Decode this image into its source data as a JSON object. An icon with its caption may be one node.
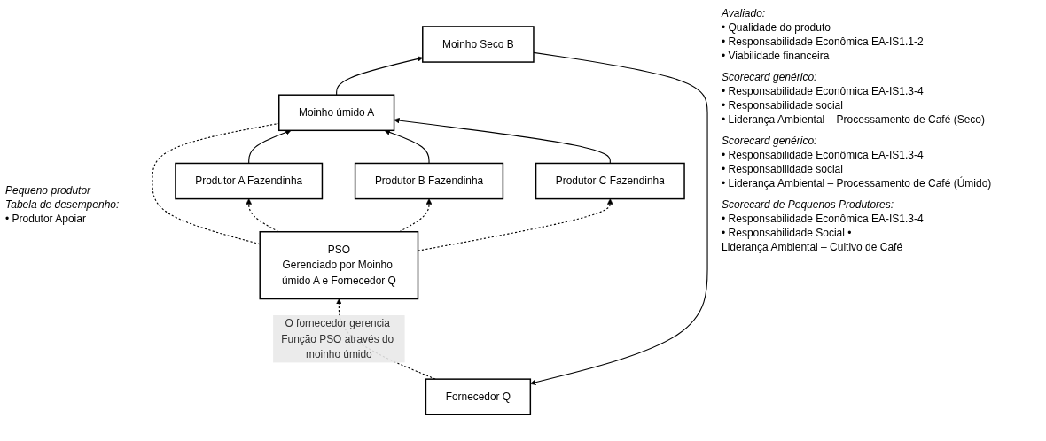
{
  "diagram": {
    "nodes": [
      {
        "text": [
          "Fornecedor Q"
        ]
      },
      {
        "text": [
          "Moinho Seco B"
        ]
      },
      {
        "text": [
          "PSO",
          "Gerenciado por Moinho úmido A e Fornecedor Q"
        ]
      },
      {
        "text": [
          "Moinho úmido A"
        ]
      },
      {
        "text": [
          "Produtor A Fazendinha"
        ]
      },
      {
        "text": [
          "Produtor B Fazendinha"
        ]
      },
      {
        "text": [
          "Produtor C Fazendinha"
        ]
      }
    ],
    "edges": [
      {
        "from": 0,
        "to": 2,
        "arrow": "to",
        "style": "dashed",
        "label": "O fornecedor gerencia Função PSO através do moinho úmido"
      },
      {
        "from": 1,
        "to": 0,
        "arrow": "to"
      },
      {
        "from": 3,
        "to": 1,
        "arrow": "to"
      },
      {
        "from": 2,
        "to": 3,
        "arrow": "none",
        "style": "dashed"
      },
      {
        "from": 2,
        "to": 4,
        "arrow": "to",
        "style": "dashed"
      },
      {
        "from": 2,
        "to": 5,
        "arrow": "to",
        "style": "dashed"
      },
      {
        "from": 2,
        "to": 6,
        "arrow": "to",
        "style": "dashed"
      },
      {
        "from": 4,
        "to": 3,
        "arrow": "to"
      },
      {
        "from": 5,
        "to": 3,
        "arrow": "to"
      },
      {
        "from": 6,
        "to": 3,
        "arrow": "to"
      }
    ],
    "labels": [
      "Avaliado:",
      "• Qualidade do produto",
      "• Responsabilidade Econômica EA-IS1.1-2",
      "• Viabilidade financeira",
      "Scorecard genérico:",
      "• Responsabilidade Econômica EA-IS1.3-4",
      "• Responsabilidade social",
      "• Liderança Ambiental – Processamento de Café (Seco)",
      "Pequeno produtor",
      "Tabela de desempenho:",
      "• Produtor Apoiar",
      "Scorecard genérico:",
      "• Responsabilidade Econômica EA-IS1.3-4",
      "• Responsabilidade social",
      "• Liderança Ambiental – Processamento de Café (Úmido)",
      "Scorecard de Pequenos Produtores:",
      "• Responsabilidade Econômica EA-IS1.3-4",
      "• Responsabilidade Social •",
      "Liderança Ambiental – Cultivo de Café"
    ]
  }
}
